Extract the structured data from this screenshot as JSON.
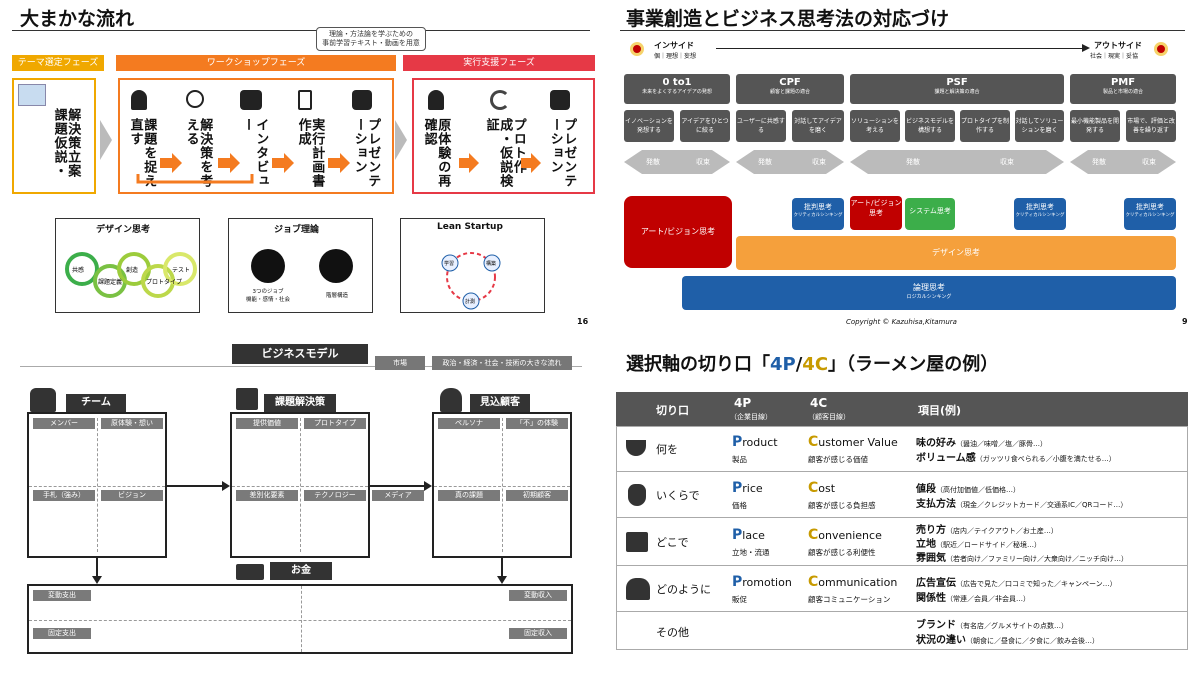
{
  "q1": {
    "title": "大まかな流れ",
    "callout": "理論・方法論を学ぶための\n事前学習テキスト・動画を用意",
    "phases": [
      "テーマ選定フェーズ",
      "ワークショップフェーズ",
      "実行支援フェーズ"
    ],
    "theme_box": "解決策立案\n課題仮説・",
    "ws_steps": [
      "課題を捉え直す",
      "解決策を考える",
      "インタビュー",
      "実行計画書作成",
      "プレゼンテーション"
    ],
    "ex_steps": [
      "原体験の再確認",
      "プロト作成・仮説検証",
      "プレゼンテーション"
    ],
    "theory_titles": [
      "デザイン思考",
      "ジョブ理論",
      "Lean Startup"
    ],
    "design_loop": [
      "共感",
      "課題定義",
      "創造",
      "プロトタイプ",
      "テスト"
    ],
    "job_labels": [
      "3つのジョブ\n機能・感情・社会",
      "階層構造"
    ],
    "lean_loop": [
      "学習",
      "構築",
      "計測"
    ],
    "page_num": "16"
  },
  "q2": {
    "title": "事業創造とビジネス思考法の対応づけ",
    "insight": "インサイド",
    "insight_sub": "個｜理想｜妄想",
    "outsight": "アウトサイド",
    "outsight_sub": "社会｜現実｜妥協",
    "stages": [
      {
        "name": "0 to1",
        "sub": "未来をよくするアイデアの発想",
        "items": [
          "イノベーションを発想する",
          "アイデアをひとつに絞る"
        ]
      },
      {
        "name": "CPF",
        "sub": "顧客と課題の適合",
        "items": [
          "ユーザーに共感する",
          "対話してアイデアを磨く"
        ]
      },
      {
        "name": "PSF",
        "sub": "課題と解決策の適合",
        "items": [
          "ソリューションを考える",
          "ビジネスモデルを構想する",
          "プロトタイプを制作する",
          "対話してソリューションを磨く"
        ]
      },
      {
        "name": "PMF",
        "sub": "製品と市場の適合",
        "items": [
          "最小機能製品を開発する",
          "市場で、評価と改善を繰り返す"
        ]
      }
    ],
    "diverge": "発散",
    "converge": "収束",
    "art": "アート/ビジョン思考",
    "critical": "批判思考",
    "critical_sub": "クリティカルシンキング",
    "art_small": "アート/ビジョン思考",
    "system": "システム思考",
    "design": "デザイン思考",
    "logical": "論理思考",
    "logical_sub": "ロジカルシンキング",
    "copyright": "Copyright © Kazuhisa,Kitamura",
    "page_num": "9"
  },
  "q3": {
    "title": "ビジネスモデル",
    "tags": [
      "市場",
      "政治・経済・社会・技術の大きな流れ"
    ],
    "sections": [
      {
        "name": "チーム",
        "cells": [
          "メンバー",
          "原体験・想い",
          "手札（強み）",
          "ビジョン"
        ]
      },
      {
        "name": "課題解決策",
        "cells": [
          "提供価値",
          "プロトタイプ",
          "差別化要素",
          "テクノロジー"
        ]
      },
      {
        "name": "見込顧客",
        "cells": [
          "ペルソナ",
          "「不」の体験",
          "真の課題",
          "初期顧客"
        ]
      }
    ],
    "media": "メディア",
    "money": "お金",
    "money_cells": [
      "変動支出",
      "変動収入",
      "固定支出",
      "固定収入"
    ]
  },
  "q4": {
    "title_pre": "選択軸の切り口「",
    "title_4p": "4P",
    "title_slash": "/",
    "title_4c": "4C",
    "title_post": "」（ラーメン屋の例）",
    "headers": [
      "切り口",
      "4P",
      "（企業目線）",
      "4C",
      "（顧客目線）",
      "項目(例)"
    ],
    "rows": [
      {
        "cut": "何を",
        "p_l": "P",
        "p_rest": "roduct",
        "p_sub": "製品",
        "c_l": "C",
        "c_rest": "ustomer Value",
        "c_sub": "顧客が感じる価値",
        "items": [
          [
            "味の好み",
            "（醤油／味噌／塩／豚骨…）"
          ],
          [
            "ボリューム感",
            "（ガッツリ食べられる／小腹を満たせる…）"
          ]
        ]
      },
      {
        "cut": "いくらで",
        "p_l": "P",
        "p_rest": "rice",
        "p_sub": "価格",
        "c_l": "C",
        "c_rest": "ost",
        "c_sub": "顧客が感じる負担感",
        "items": [
          [
            "値段",
            "（高付加価値／低価格…）"
          ],
          [
            "支払方法",
            "（現金／クレジットカード／交通系IC／QRコード…）"
          ]
        ]
      },
      {
        "cut": "どこで",
        "p_l": "P",
        "p_rest": "lace",
        "p_sub": "立地・流通",
        "c_l": "C",
        "c_rest": "onvenience",
        "c_sub": "顧客が感じる利便性",
        "items": [
          [
            "売り方",
            "（店内／テイクアウト／お土産…）"
          ],
          [
            "立地",
            "（駅近／ロードサイド／秘境…）"
          ],
          [
            "雰囲気",
            "（若者向け／ファミリー向け／大衆向け／ニッチ向け…）"
          ]
        ]
      },
      {
        "cut": "どのように",
        "p_l": "P",
        "p_rest": "romotion",
        "p_sub": "販促",
        "c_l": "C",
        "c_rest": "ommunication",
        "c_sub": "顧客コミュニケーション",
        "items": [
          [
            "広告宣伝",
            "（広告で見た／口コミで知った／キャンペーン…）"
          ],
          [
            "関係性",
            "（常連／会員／非会員…）"
          ]
        ]
      },
      {
        "cut": "その他",
        "p_l": "",
        "p_rest": "",
        "p_sub": "",
        "c_l": "",
        "c_rest": "",
        "c_sub": "",
        "items": [
          [
            "ブランド",
            "（有名店／グルメサイトの点数…）"
          ],
          [
            "状況の違い",
            "（朝食に／昼食に／夕食に／飲み会後…）"
          ]
        ]
      }
    ]
  },
  "colors": {
    "orange": "#f47b20",
    "yellow": "#f0a800",
    "red": "#e63946",
    "blue": "#1f5fa8",
    "darkred": "#c00000",
    "green": "#3cae4a",
    "gold": "#c79a00"
  }
}
